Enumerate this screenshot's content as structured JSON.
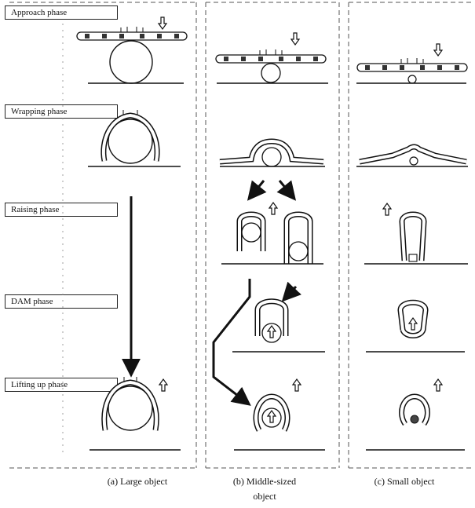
{
  "phases": [
    {
      "label": "Approach phase"
    },
    {
      "label": "Wrapping phase"
    },
    {
      "label": "Raising phase"
    },
    {
      "label": "DAM phase"
    },
    {
      "label": "Lifting up phase"
    }
  ],
  "columns": [
    {
      "caption": "(a) Large object"
    },
    {
      "caption": "(b) Middle-sized object"
    },
    {
      "caption": "(c) Small object"
    }
  ],
  "colors": {
    "line": "#222222",
    "dash": "#555555",
    "background": "#ffffff"
  }
}
